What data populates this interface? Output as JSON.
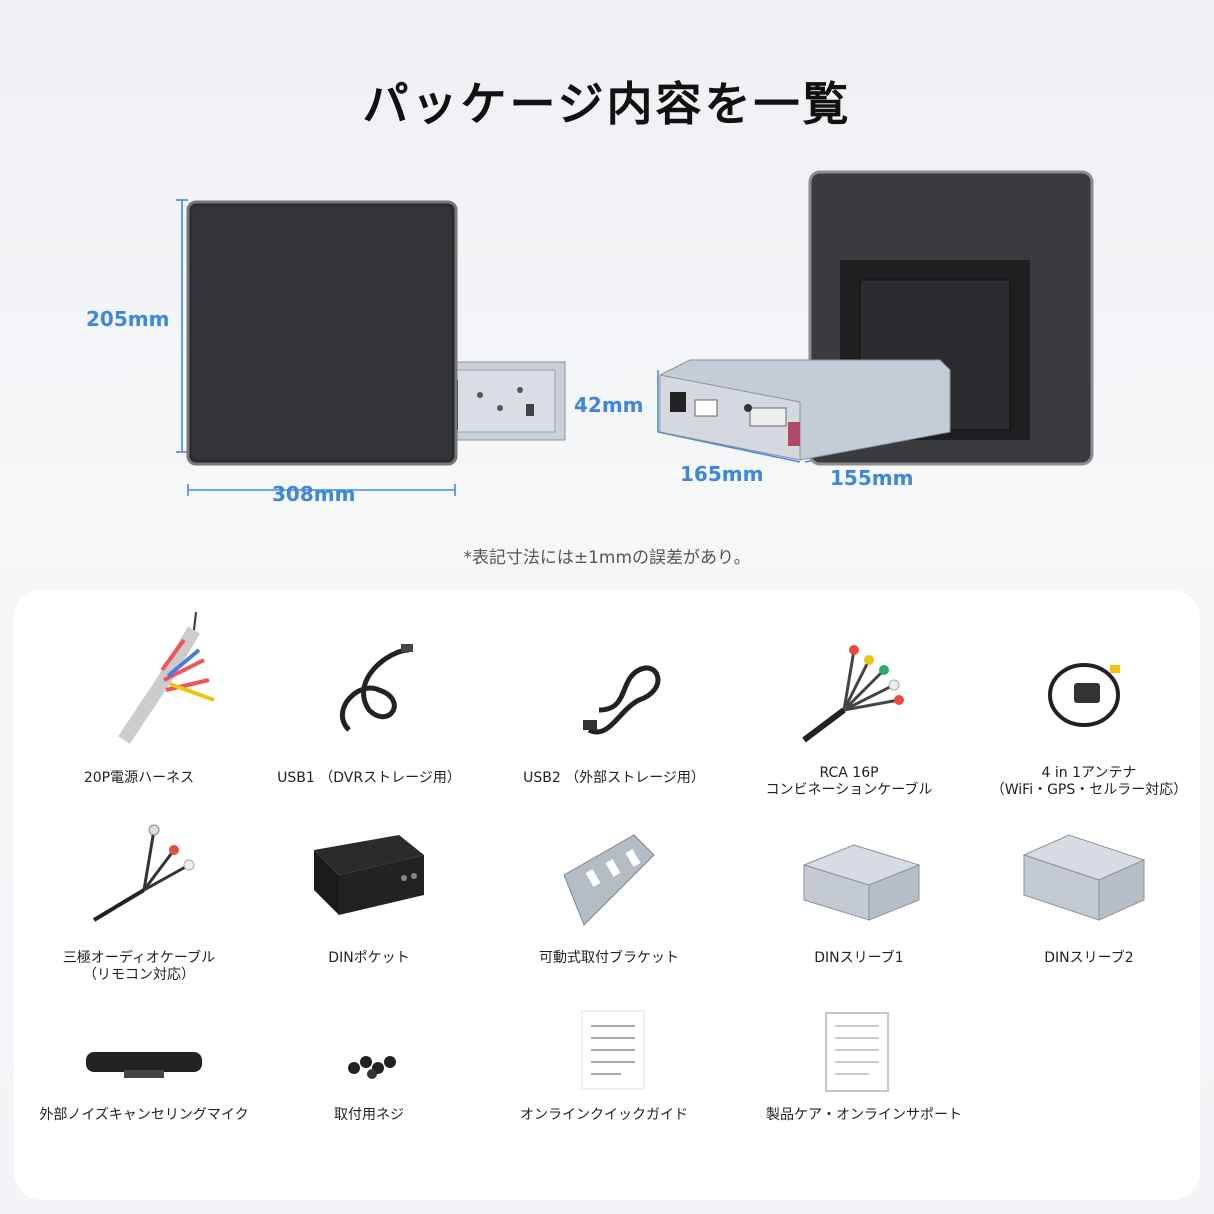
{
  "title": "パッケージ内容を一覧",
  "dimensions": {
    "height": "205mm",
    "width": "308mm",
    "depth_top": "42mm",
    "chassis_length": "165mm",
    "chassis_width": "155mm"
  },
  "note": "*表記寸法には±1mmの誤差があり。",
  "items": [
    {
      "line1": "20P電源ハーネス",
      "line2": "",
      "icon": "wiring-harness-icon"
    },
    {
      "line1": "USB1 （DVRストレージ用）",
      "line2": "",
      "icon": "usb-cable-icon"
    },
    {
      "line1": "USB2 （外部ストレージ用）",
      "line2": "",
      "icon": "usb-cable-icon"
    },
    {
      "line1": "RCA 16P",
      "line2": "コンビネーションケーブル",
      "icon": "rca-cable-icon"
    },
    {
      "line1": "4 in 1アンテナ",
      "line2": "（WiFi・GPS・セルラー対応）",
      "icon": "antenna-icon"
    },
    {
      "line1": "三極オーディオケーブル",
      "line2": "（リモコン対応）",
      "icon": "audio-cable-icon"
    },
    {
      "line1": "DINポケット",
      "line2": "",
      "icon": "din-pocket-icon"
    },
    {
      "line1": "可動式取付ブラケット",
      "line2": "",
      "icon": "bracket-icon"
    },
    {
      "line1": "DINスリーブ1",
      "line2": "",
      "icon": "din-sleeve-icon"
    },
    {
      "line1": "DINスリーブ2",
      "line2": "",
      "icon": "din-sleeve-icon"
    },
    {
      "line1": "外部ノイズキャンセリングマイク",
      "line2": "",
      "icon": "microphone-icon"
    },
    {
      "line1": "取付用ネジ",
      "line2": "",
      "icon": "screws-icon"
    },
    {
      "line1": "オンラインクイックガイド",
      "line2": "",
      "icon": "quick-guide-icon"
    },
    {
      "line1": "製品ケア・オンラインサポート",
      "line2": "",
      "icon": "support-card-icon"
    }
  ]
}
